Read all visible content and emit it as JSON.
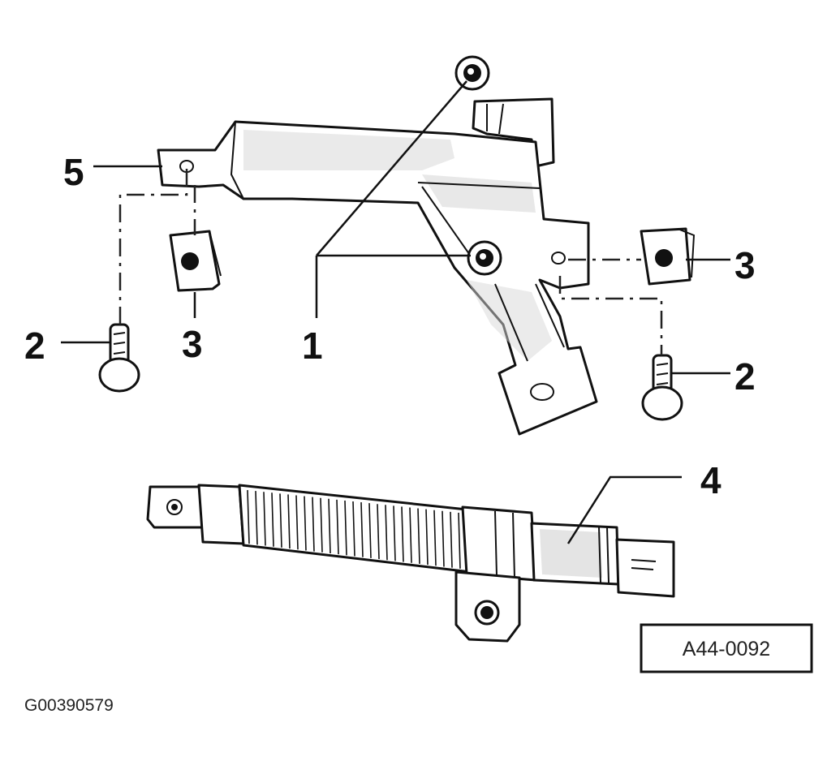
{
  "callouts": {
    "c1": "1",
    "c2_left": "2",
    "c2_right": "2",
    "c3_left": "3",
    "c3_right": "3",
    "c4": "4",
    "c5": "5"
  },
  "reference_box": {
    "label": "A44-0092"
  },
  "image_id": "G00390579"
}
